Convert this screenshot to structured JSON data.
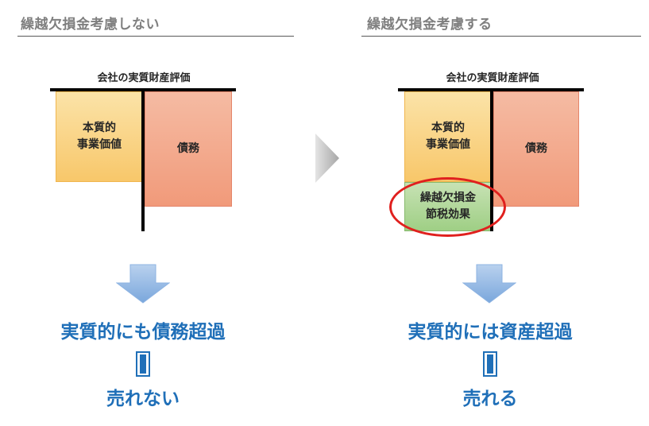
{
  "left_panel": {
    "title": "繰越欠損金考慮しない",
    "sheet_label": "会社の実質財産評価",
    "asset_box": {
      "lines": [
        "本質的",
        "事業価値"
      ]
    },
    "debt_box": {
      "label": "債務"
    },
    "conclusion": "実質的にも債務超過",
    "result": "売れない"
  },
  "right_panel": {
    "title": "繰越欠損金考慮する",
    "sheet_label": "会社の実質財産評価",
    "asset_box": {
      "lines": [
        "本質的",
        "事業価値"
      ]
    },
    "debt_box": {
      "label": "債務"
    },
    "nol_box": {
      "lines": [
        "繰越欠損金",
        "節税効果"
      ]
    },
    "conclusion": "実質的には資産超過",
    "result": "売れる"
  },
  "colors": {
    "asset": "#f8c76a",
    "debt": "#f19a7a",
    "nol": "#9fcf85",
    "highlight": "#e0201e",
    "conclusion_text": "#1f6fb8",
    "arrow": "#8db3e2"
  },
  "icons": {
    "transition_arrow": "gray-chevron-right-icon",
    "down_arrow": "blue-down-arrow-icon",
    "equals": "vertical-equals-icon"
  }
}
